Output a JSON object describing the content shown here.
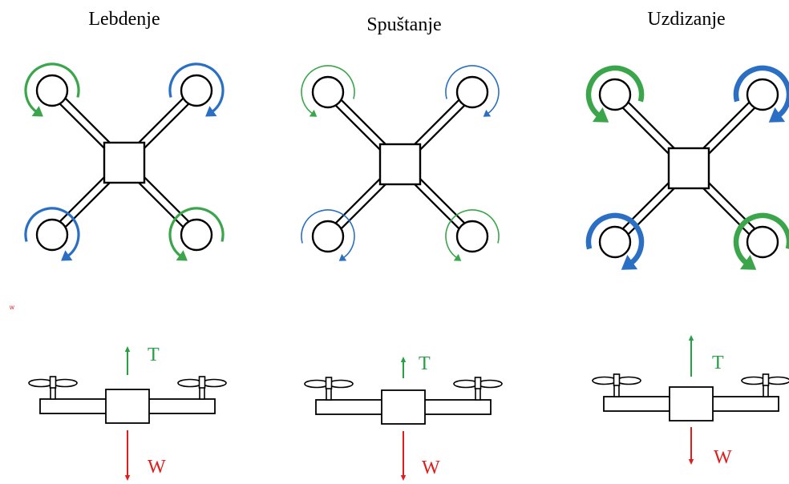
{
  "colors": {
    "clockwise": "#2a6fc4",
    "counterclockwise": "#3aa54a",
    "thrust": "#27a043",
    "weight": "#e21c1c",
    "frame": "#000000"
  },
  "stray_mark": "w",
  "states": [
    {
      "title": "Lebdenje",
      "rotor_speed": "normal",
      "thrust_label": "T",
      "weight_label": "W",
      "rotors": [
        {
          "position": "front-left",
          "direction": "counterclockwise"
        },
        {
          "position": "front-right",
          "direction": "clockwise"
        },
        {
          "position": "rear-left",
          "direction": "clockwise"
        },
        {
          "position": "rear-right",
          "direction": "counterclockwise"
        }
      ]
    },
    {
      "title": "Spuštanje",
      "rotor_speed": "low",
      "thrust_label": "T",
      "weight_label": "W",
      "rotors": [
        {
          "position": "front-left",
          "direction": "counterclockwise"
        },
        {
          "position": "front-right",
          "direction": "clockwise"
        },
        {
          "position": "rear-left",
          "direction": "clockwise"
        },
        {
          "position": "rear-right",
          "direction": "counterclockwise"
        }
      ]
    },
    {
      "title": "Uzdizanje",
      "rotor_speed": "high",
      "thrust_label": "T",
      "weight_label": "W",
      "rotors": [
        {
          "position": "front-left",
          "direction": "counterclockwise"
        },
        {
          "position": "front-right",
          "direction": "clockwise"
        },
        {
          "position": "rear-left",
          "direction": "clockwise"
        },
        {
          "position": "rear-right",
          "direction": "counterclockwise"
        }
      ]
    }
  ]
}
